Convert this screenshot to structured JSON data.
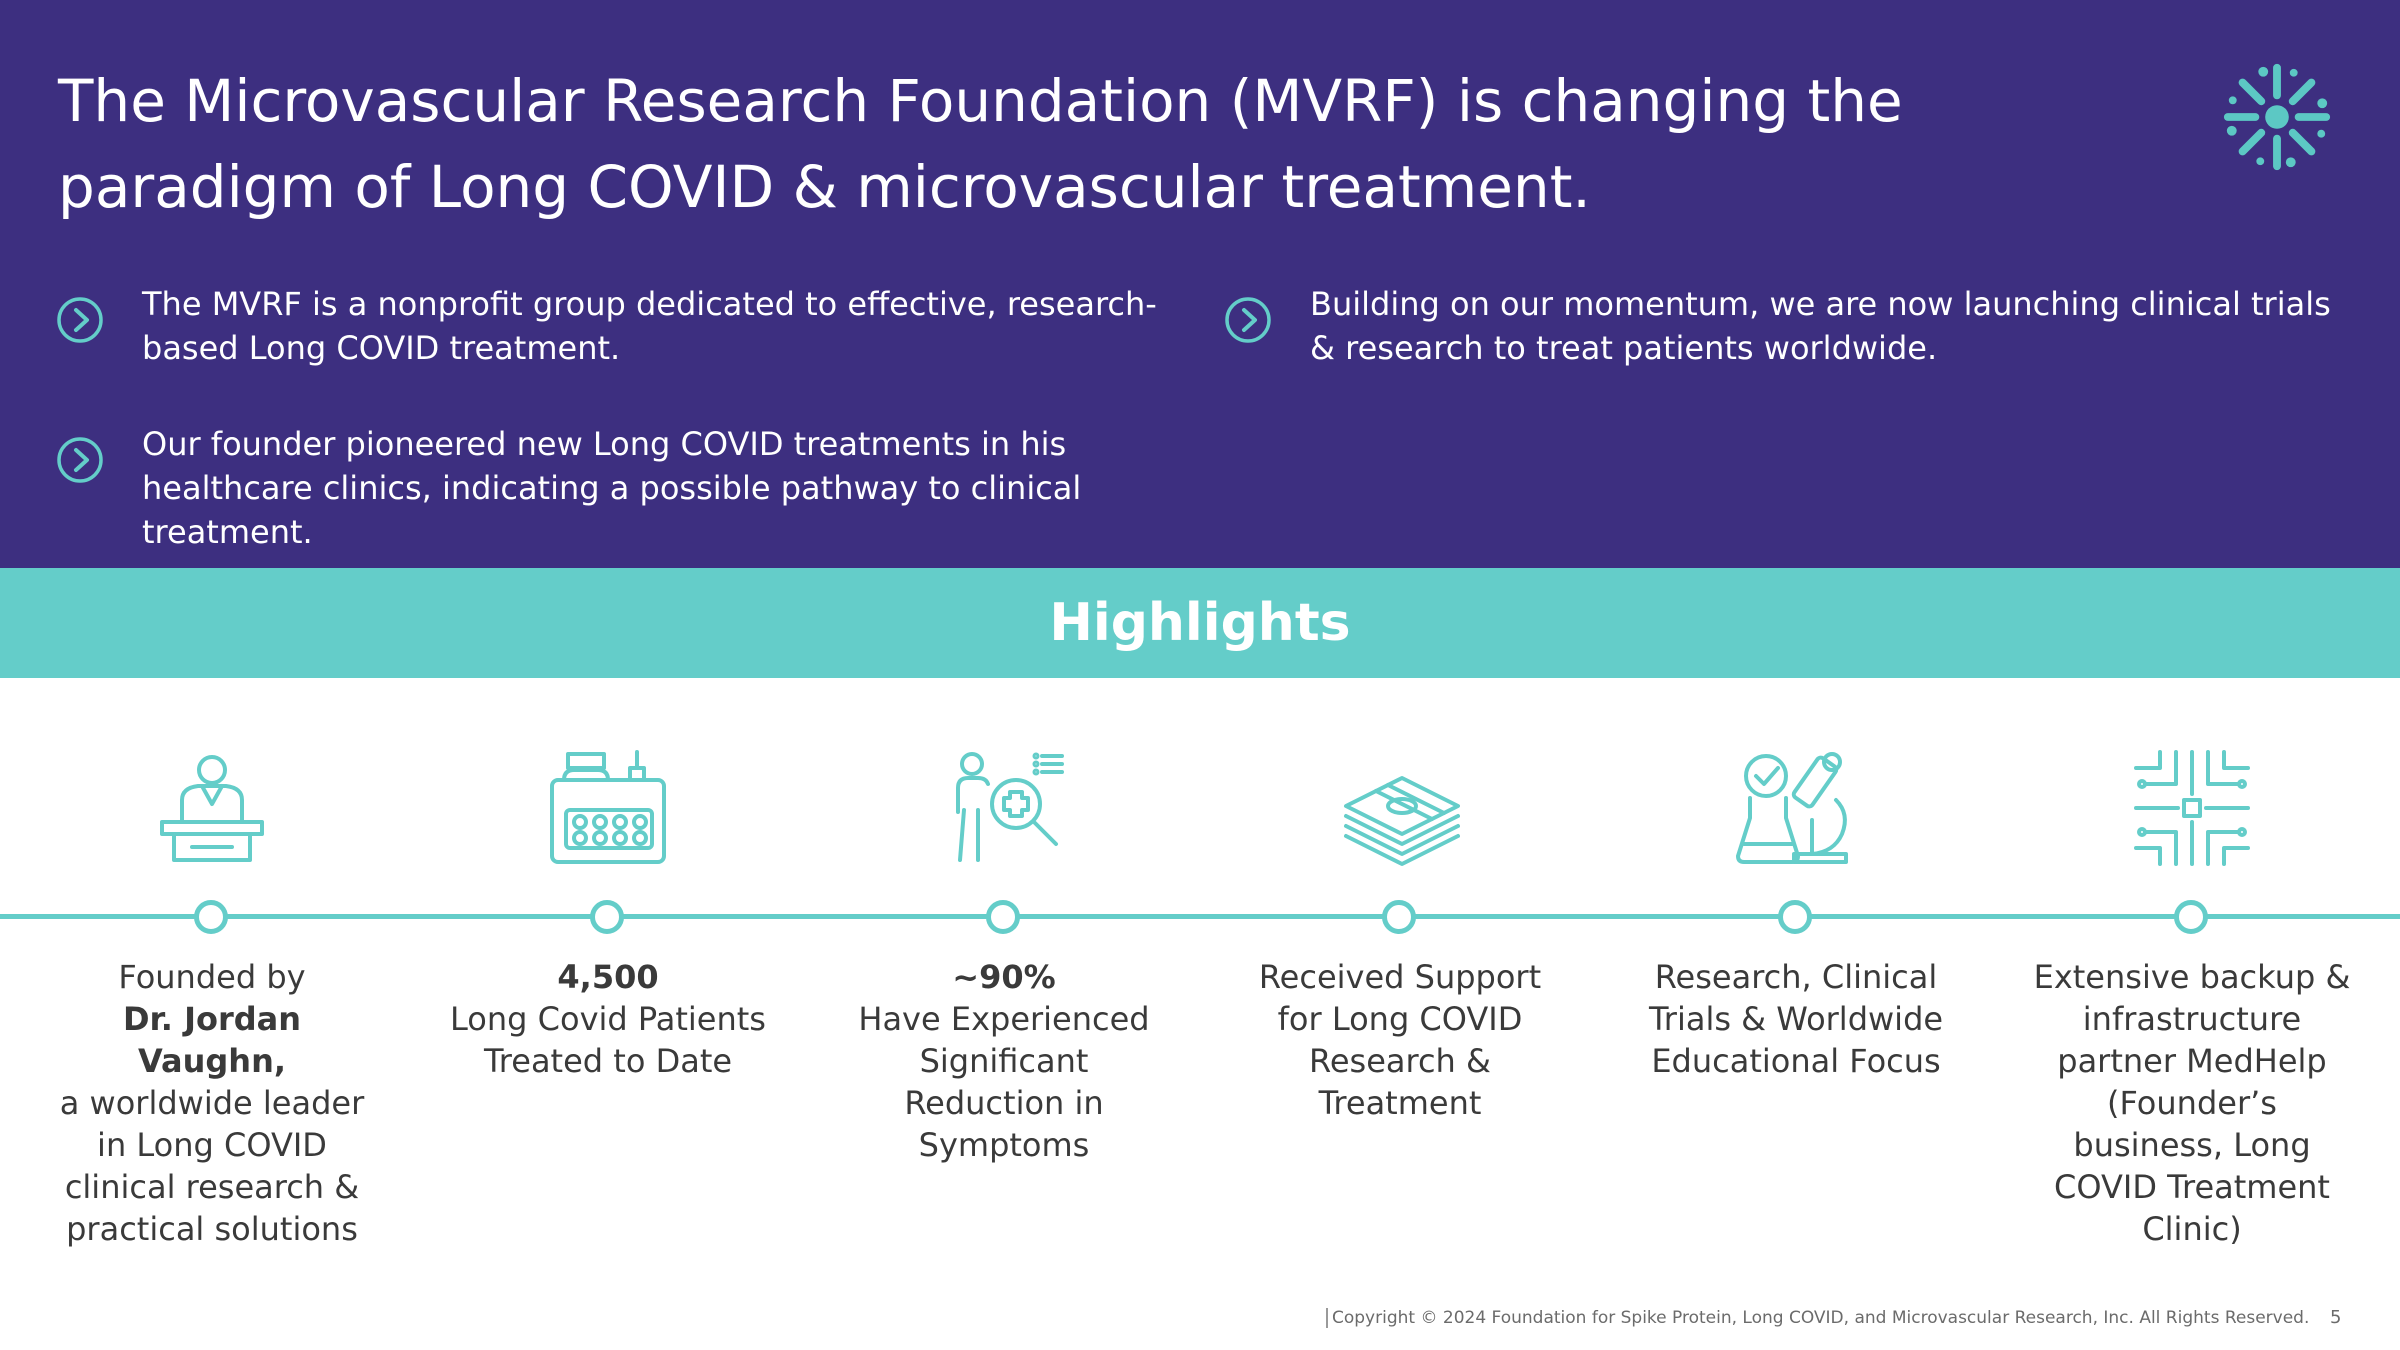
{
  "header": {
    "title": "The Microvascular Research Foundation (MVRF) is changing the paradigm of Long COVID & microvascular treatment."
  },
  "bullets": [
    {
      "text": "The MVRF is a nonprofit group dedicated to effective, research-based Long COVID treatment."
    },
    {
      "text": "Our founder pioneered new Long COVID treatments in his healthcare clinics, indicating a possible pathway to clinical treatment."
    },
    {
      "text": "Building on our momentum, we are now launching clinical trials & research to treat patients worldwide."
    }
  ],
  "highlights_band": {
    "title": "Highlights"
  },
  "highlights": [
    {
      "icon": "doctor-at-desk-icon",
      "line1": "Founded by",
      "line2": "Dr. Jordan Vaughn,",
      "line3": "a worldwide leader in Long COVID clinical research & practical solutions"
    },
    {
      "icon": "medicine-bottle-icon",
      "line1": "4,500",
      "line2": "Long Covid Patients Treated to Date"
    },
    {
      "icon": "health-inspection-icon",
      "line1": "~90%",
      "line2": "Have Experienced Significant Reduction in Symptoms"
    },
    {
      "icon": "money-stack-icon",
      "line1": "Received Support for Long COVID Research & Treatment"
    },
    {
      "icon": "microscope-research-icon",
      "line1": "Research, Clinical Trials & Worldwide Educational Focus"
    },
    {
      "icon": "infrastructure-circuit-icon",
      "line1": "Extensive backup & infrastructure partner MedHelp (Founder’s business, Long COVID Treatment Clinic)"
    }
  ],
  "footer": {
    "copyright": "Copyright © 2024 Foundation for Spike Protein, Long COVID, and Microvascular Research, Inc. All Rights Reserved.",
    "page_number": "5"
  },
  "colors": {
    "header_bg": "#3d2f80",
    "accent_teal": "#64cdc9",
    "text_dark": "#3a3a3a",
    "white": "#ffffff"
  }
}
